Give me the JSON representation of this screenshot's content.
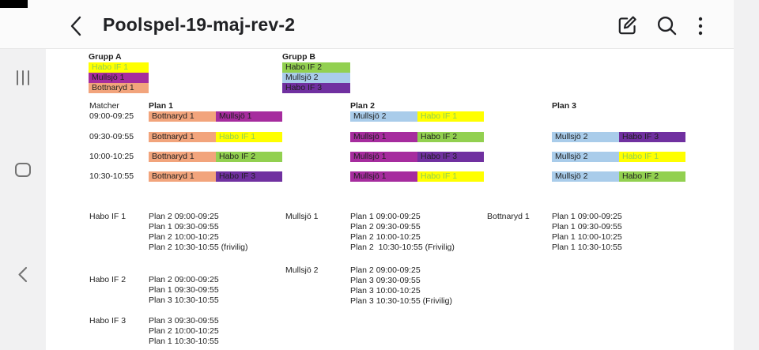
{
  "app_bar": {
    "title": "Poolspel-19-maj-rev-2"
  },
  "colors": {
    "accent_text": "#202124",
    "nav_icon": "#737373",
    "doc_text": "#1f1f1f"
  },
  "team_styles": {
    "Habo IF 1": {
      "bg": "#FFFF00",
      "fg": "#92D050"
    },
    "Habo IF 2": {
      "bg": "#92D050",
      "fg": "#1F1F1F"
    },
    "Habo IF 3": {
      "bg": "#7030A0",
      "fg": "#1F1F1F"
    },
    "Mullsjö 1": {
      "bg": "#A62C9E",
      "fg": "#1F1F1F"
    },
    "Mullsjö 2": {
      "bg": "#A9CCEA",
      "fg": "#1F1F1F"
    },
    "Bottnaryd 1": {
      "bg": "#F2A47C",
      "fg": "#1F1F1F"
    }
  },
  "groups": [
    {
      "name": "Grupp A",
      "teams": [
        "Habo IF 1",
        "Mullsjö 1",
        "Bottnaryd 1"
      ]
    },
    {
      "name": "Grupp B",
      "teams": [
        "Habo IF 2",
        "Mullsjö 2",
        "Habo IF 3"
      ]
    }
  ],
  "matches": {
    "label": "Matcher",
    "times": [
      "09:00-09:25",
      "09:30-09:55",
      "10:00-10:25",
      "10:30-10:55"
    ],
    "plans": [
      {
        "name": "Plan 1",
        "rows": [
          [
            "Bottnaryd 1",
            "Mullsjö 1"
          ],
          [
            "Bottnaryd 1",
            "Habo IF 1"
          ],
          [
            "Bottnaryd 1",
            "Habo IF 2"
          ],
          [
            "Bottnaryd 1",
            "Habo IF 3"
          ]
        ]
      },
      {
        "name": "Plan 2",
        "rows": [
          [
            "Mullsjö 2",
            "Habo IF 1"
          ],
          [
            "Mullsjö 1",
            "Habo IF 2"
          ],
          [
            "Mullsjö 1",
            "Habo IF 3"
          ],
          [
            "Mullsjö 1",
            "Habo IF 1"
          ]
        ]
      },
      {
        "name": "Plan 3",
        "rows": [
          null,
          [
            "Mullsjö 2",
            "Habo IF 3"
          ],
          [
            "Mullsjö 2",
            "Habo IF 1"
          ],
          [
            "Mullsjö 2",
            "Habo IF 2"
          ]
        ]
      }
    ]
  },
  "team_schedules": {
    "columns": [
      [
        {
          "team": "Habo IF 1",
          "lines": [
            "Plan 2 09:00-09:25",
            "Plan 1 09:30-09:55",
            "Plan 2 10:00-10:25",
            "Plan 2 10:30-10:55 (frivilig)"
          ]
        },
        {
          "team": "Habo IF 2",
          "lines": [
            "Plan 2 09:00-09:25",
            "Plan 1 09:30-09:55",
            "Plan 3 10:30-10:55"
          ]
        },
        {
          "team": "Habo IF 3",
          "lines": [
            "Plan 3 09:30-09:55",
            "Plan 2 10:00-10:25",
            "Plan 1 10:30-10:55"
          ]
        }
      ],
      [
        {
          "team": "Mullsjö 1",
          "lines": [
            "Plan 1 09:00-09:25",
            "Plan 2 09:30-09:55",
            "Plan 2 10:00-10:25",
            "Plan 2  10:30-10:55 (Frivilig)"
          ]
        },
        {
          "team": "Mullsjö 2",
          "lines": [
            "Plan 2 09:00-09:25",
            "Plan 3 09:30-09:55",
            "Plan 3 10:00-10:25",
            "Plan 3 10:30-10:55 (Frivilig)"
          ]
        }
      ],
      [
        {
          "team": "Bottnaryd 1",
          "lines": [
            "Plan 1 09:00-09:25",
            "Plan 1 09:30-09:55",
            "Plan 1 10:00-10:25",
            "Plan 1 10:30-10:55"
          ]
        }
      ]
    ]
  }
}
